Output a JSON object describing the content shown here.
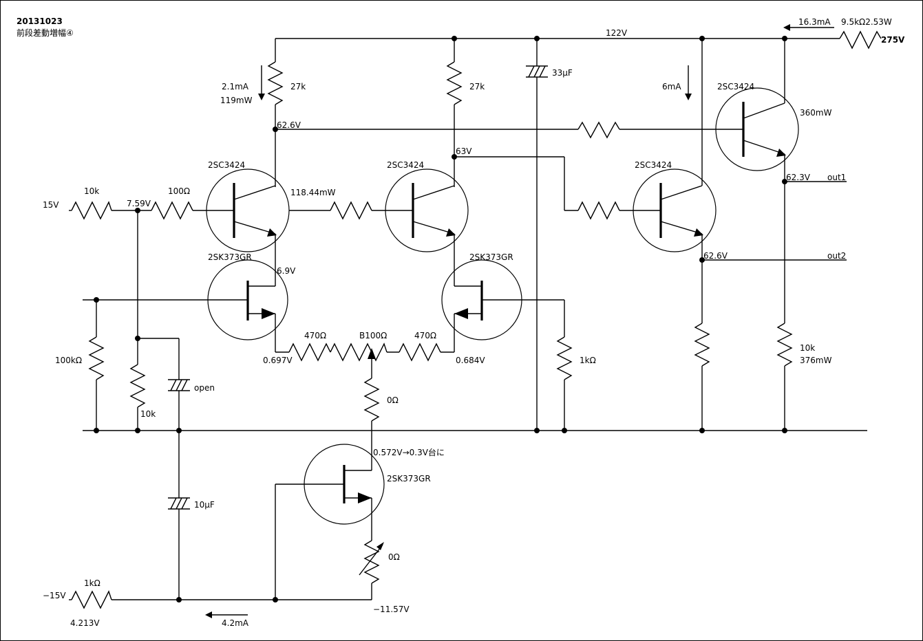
{
  "title": "20131023",
  "subtitle": "前段差動増幅④",
  "labels": {
    "v15": "15V",
    "r10k_in": "10k",
    "v759": "7.59V",
    "r100": "100Ω",
    "q1_type": "2SC3424",
    "q1_pwr": "118.44mW",
    "i21": "2.1mA",
    "p119": "119mW",
    "r27k_a": "27k",
    "v626_a": "62.6V",
    "j1_type": "2SK373GR",
    "v69": "6.9V",
    "r100k": "100kΩ",
    "r10k_b": "10k",
    "c_open": "open",
    "r470_a": "470Ω",
    "b100": "B100Ω",
    "r470_b": "470Ω",
    "v0697": "0.697V",
    "v0684": "0.684V",
    "r0_a": "0Ω",
    "q2_type": "2SC3424",
    "r27k_b": "27k",
    "v63": "63V",
    "j2_type": "2SK373GR",
    "r1k_a": "1kΩ",
    "c33": "33μF",
    "v122": "122V",
    "q3_type": "2SC3424",
    "i6": "6mA",
    "v626_b": "62.6V",
    "out2": "out2",
    "q4_type": "2SC3424",
    "p360": "360mW",
    "v623": "62.3V",
    "out1": "out1",
    "r10k_c": "10k",
    "p376": "376mW",
    "i163": "16.3mA",
    "r95k": "9.5kΩ2.53W",
    "v275": "275V",
    "v0572": "0.572V→0.3V台に",
    "j3_type": "2SK373GR",
    "c10": "10μF",
    "r0_b": "0Ω",
    "v1157": "−11.57V",
    "vm15": "−15V",
    "r1k_b": "1kΩ",
    "v4213": "4.213V",
    "i42": "4.2mA"
  }
}
